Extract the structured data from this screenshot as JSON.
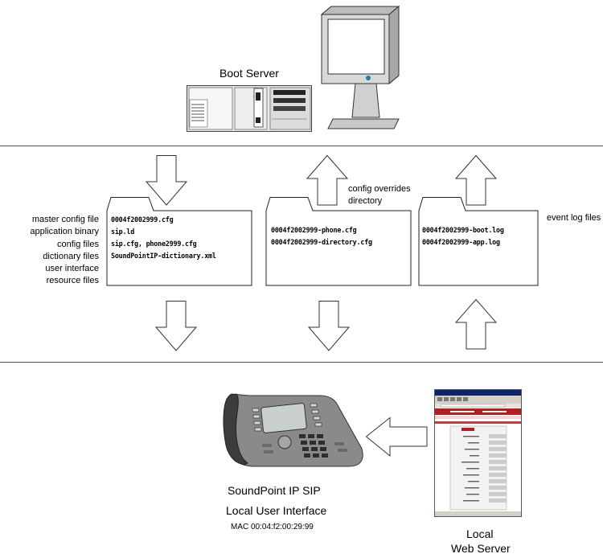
{
  "boot_server": {
    "label": "Boot Server"
  },
  "master_folder": {
    "labels": [
      "master config file",
      "application binary",
      "config files",
      "dictionary files",
      "user interface",
      "resource files"
    ],
    "files": [
      "0004f2002999.cfg",
      "sip.ld",
      "sip.cfg, phone2999.cfg",
      "SoundPointIP-dictionary.xml"
    ]
  },
  "override_folder": {
    "label_line1": "config overrides",
    "label_line2": "directory",
    "files": [
      "0004f2002999-phone.cfg",
      "0004f2002999-directory.cfg"
    ]
  },
  "log_folder": {
    "label": "event log files",
    "files": [
      "0004f2002999-boot.log",
      "0004f2002999-app.log"
    ]
  },
  "phone": {
    "title": "SoundPoint IP SIP",
    "subtitle": "Local User Interface",
    "mac": "MAC 00:04:f2:00:29:99"
  },
  "web_server": {
    "line1": "Local",
    "line2": "Web Server"
  }
}
